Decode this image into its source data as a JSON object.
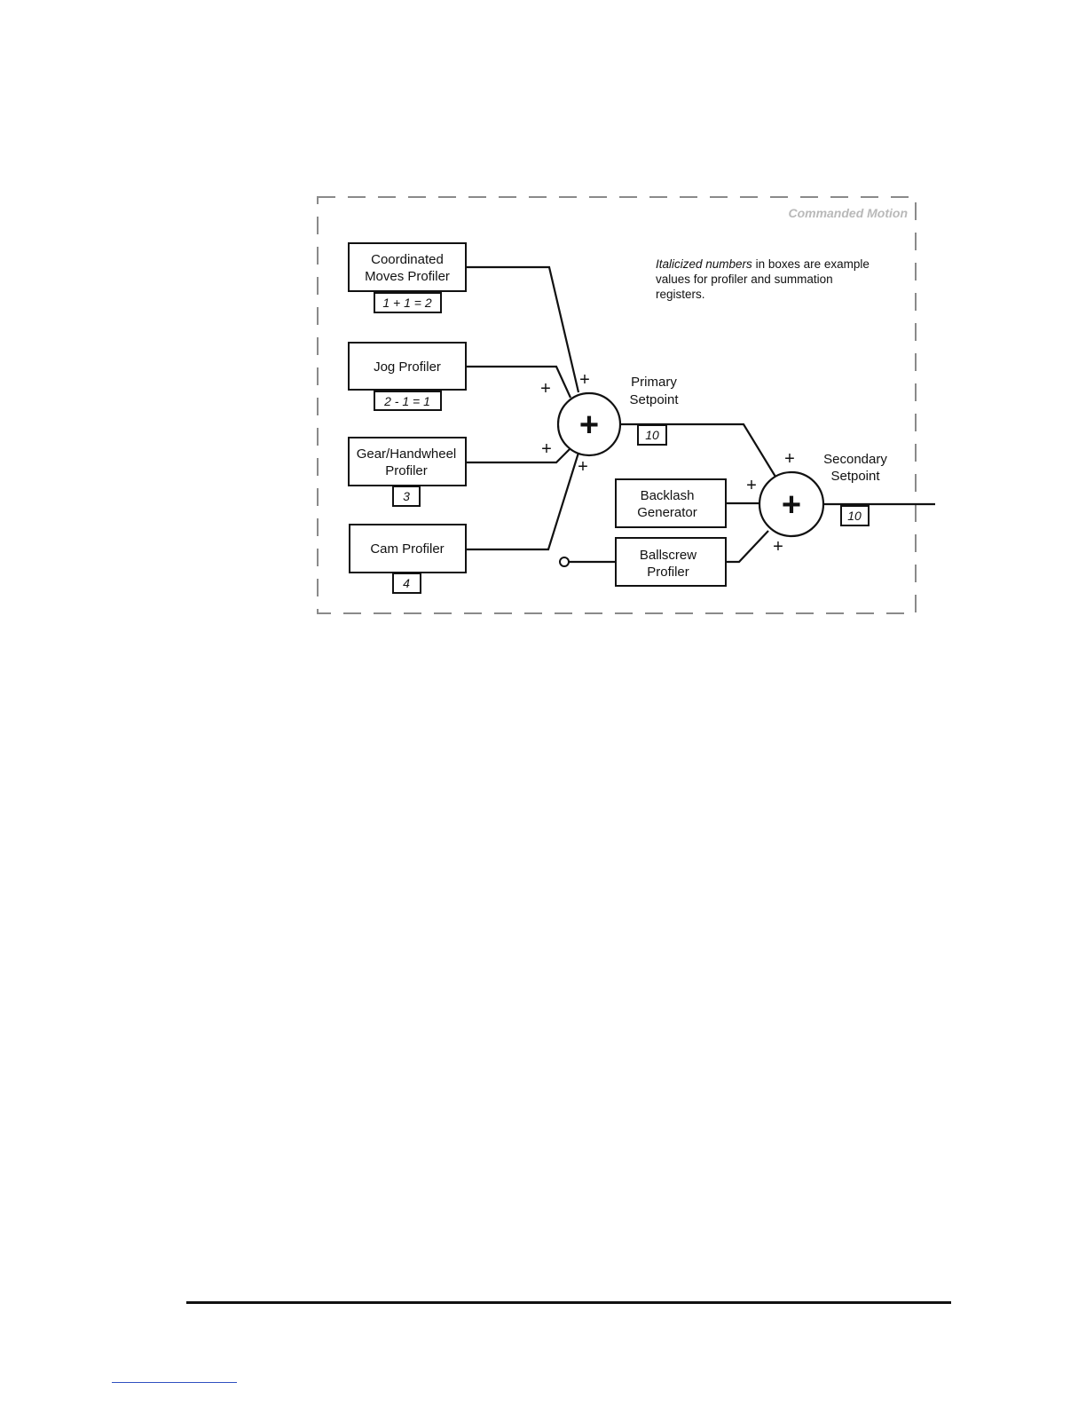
{
  "caption": "Commanded Motion",
  "note": {
    "line1_italic": "Italicized numbers",
    "line1_rest": " in boxes are example",
    "line2": "values for profiler and summation",
    "line3": "registers."
  },
  "blocks": {
    "coordinated": {
      "line1": "Coordinated",
      "line2": "Moves Profiler",
      "value": "1 + 1 = 2"
    },
    "jog": {
      "label": "Jog Profiler",
      "value": "2 - 1 = 1"
    },
    "gear": {
      "line1": "Gear/Handwheel",
      "line2": "Profiler",
      "value": "3"
    },
    "cam": {
      "label": "Cam Profiler",
      "value": "4"
    },
    "backlash": {
      "line1": "Backlash",
      "line2": "Generator"
    },
    "ballscrew": {
      "line1": "Ballscrew",
      "line2": "Profiler"
    }
  },
  "primary": {
    "line1": "Primary",
    "line2": "Setpoint",
    "value": "10"
  },
  "secondary": {
    "line1": "Secondary",
    "line2": "Setpoint",
    "value": "10"
  },
  "signs": {
    "plus": "+"
  }
}
